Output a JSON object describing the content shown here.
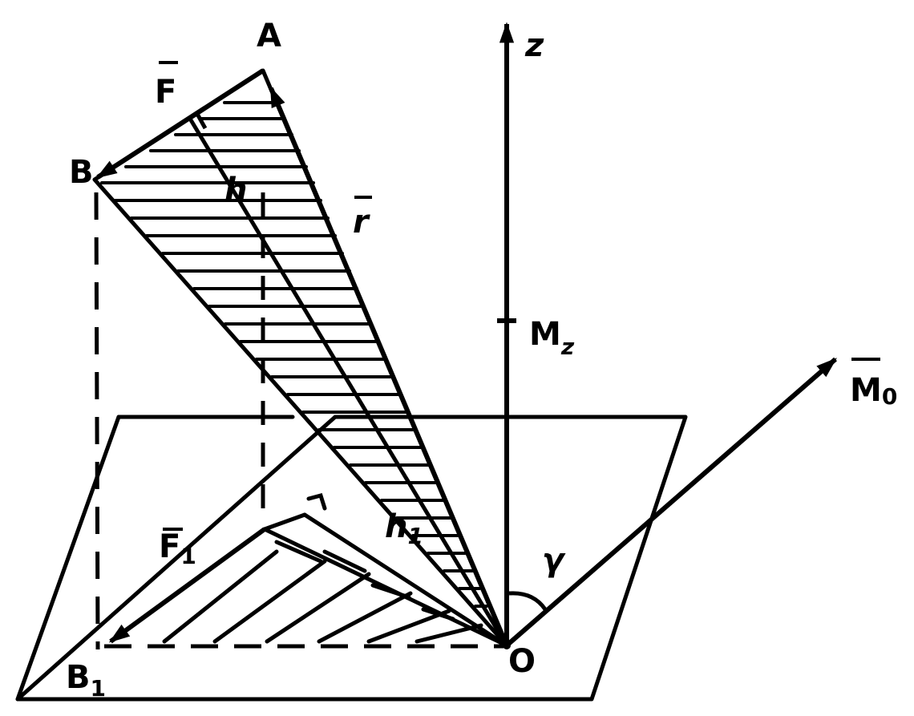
{
  "labels": {
    "A": "A",
    "B": "B",
    "B1_main": "B",
    "B1_sub": "1",
    "O": "O",
    "z": "z",
    "F": "F",
    "F1_main": "F",
    "F1_sub": "1",
    "r": "r",
    "h": "h",
    "h1_main": "h",
    "h1_sub": "1",
    "Mz_main": "M",
    "Mz_sub": "z",
    "M0_main": "M",
    "M0_sub": "0",
    "gamma": "γ"
  },
  "colors": {
    "ink": "#000000",
    "paper": "#ffffff"
  }
}
